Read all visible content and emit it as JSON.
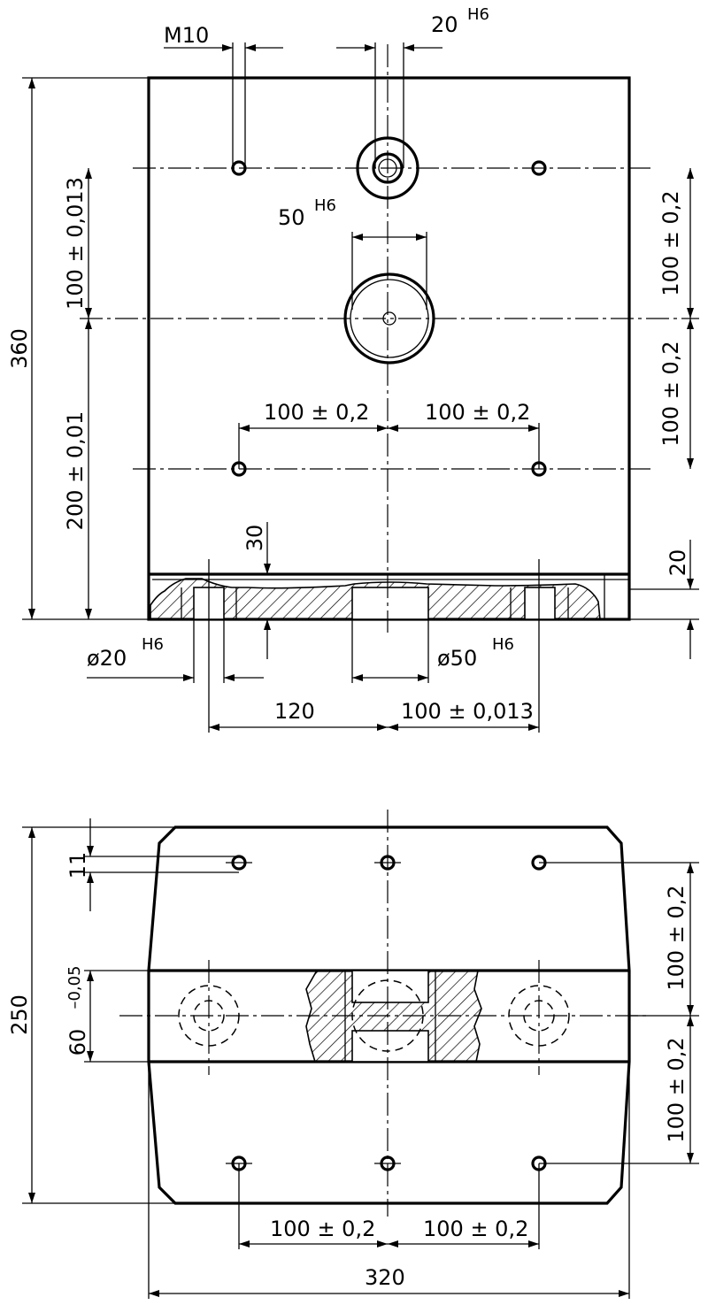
{
  "front_view": {
    "dim_m10": "M10",
    "dim_20": "20",
    "dim_20_tol": "H6",
    "dim_50": "50",
    "dim_50_tol": "H6",
    "dim_360": "360",
    "dim_100_0013": "100 ± 0,013",
    "dim_200_001": "200 ± 0,01",
    "dim_right_upper": "100 ± 0,2",
    "dim_right_lower": "100 ± 0,2",
    "dim_horiz_left": "100 ± 0,2",
    "dim_horiz_right": "100 ± 0,2",
    "dim_30": "30",
    "dim_20_right": "20",
    "dim_dia20": "ø20",
    "dim_dia20_tol": "H6",
    "dim_dia50": "ø50",
    "dim_dia50_tol": "H6",
    "dim_120": "120",
    "dim_100_bottom": "100 ± 0,013"
  },
  "top_view": {
    "dim_11": "11",
    "dim_250": "250",
    "dim_60": "60",
    "dim_60_tol": "–0,05",
    "dim_right_upper": "100 ± 0,2",
    "dim_right_lower": "100 ± 0,2",
    "dim_bottom_left": "100 ± 0,2",
    "dim_bottom_right": "100 ± 0,2",
    "dim_320": "320"
  }
}
